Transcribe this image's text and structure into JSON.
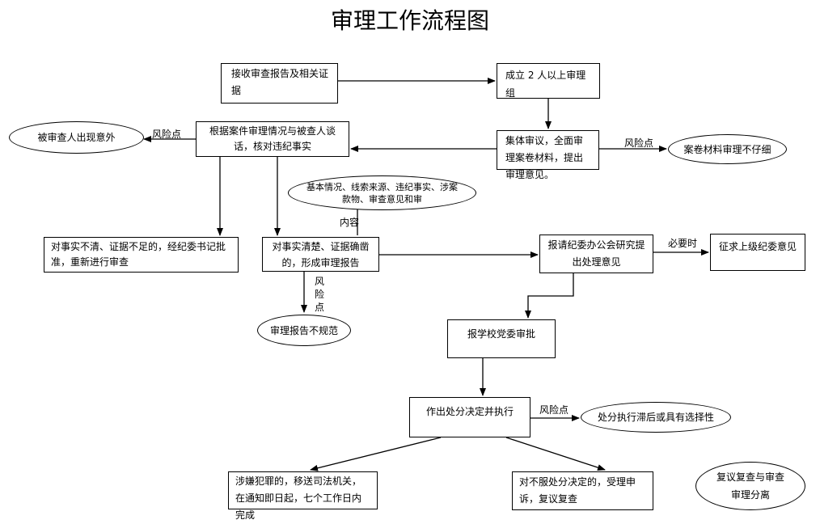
{
  "title": "审理工作流程图",
  "nodes": {
    "receive": "接收审查报告及相关证据",
    "group": "成立 2 人以上审理组",
    "collective": "集体审议，全面审理案卷材料，提出审理意见。",
    "interview": "根据案件审理情况与被查人谈话，核对违纪事实",
    "accident": "被审查人出现意外",
    "sloppy": "案卷材料审理不仔细",
    "content_note": "基本情况、线索来源、违纪事实、涉案款物、审查意见和审",
    "unclear": "对事实不清、证据不足的，经纪委书记批准，重新进行审查",
    "clear": "对事实清楚、证据确凿的，形成审理报告",
    "report_office": "报请纪委办公会研究提出处理意见",
    "upper": "征求上级纪委意见",
    "nonstandard": "审理报告不规范",
    "school": "报学校党委审批",
    "decision": "作出处分决定并执行",
    "delay": "处分执行滞后或具有选择性",
    "crime": "涉嫌犯罪的，移送司法机关，在通知即日起，七个工作日内完成",
    "appeal": "对不服处分决定的，受理申诉，复议复查",
    "separate": "复议复查与审查审理分离"
  },
  "labels": {
    "risk1": "风险点",
    "risk2": "风险点",
    "content": "内容",
    "necessary": "必要时",
    "risk3": "风险点",
    "risk4_chars": [
      "风",
      "险",
      "点"
    ]
  }
}
